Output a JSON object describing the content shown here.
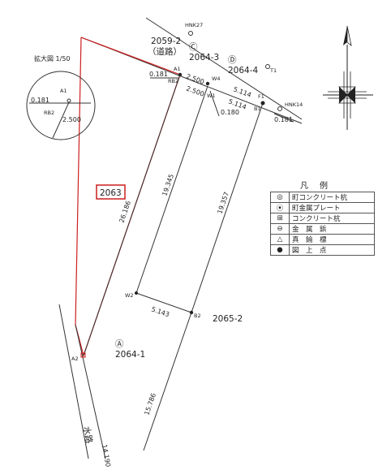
{
  "enlargement": {
    "title": "拡大図 1/50",
    "pt_a1": "A1",
    "pt_rb2": "RB2",
    "dim_a": "0.181",
    "dim_b": "2.500"
  },
  "points": {
    "hnk27": "HNK27",
    "a1": "A1",
    "rb2": "RB2",
    "w4": "W4",
    "w1": "W1",
    "t1": "T1",
    "f1": "F1",
    "b1": "B1",
    "hnk14": "HNK14",
    "w2": "W2",
    "b2": "B2",
    "a2": "A2"
  },
  "dims": {
    "d0181_top": "0.181",
    "d2500_top": "2.500",
    "d2500_bot": "2.500",
    "d5114_a": "5.114",
    "d5114_b": "5.114",
    "d0180": "0.180",
    "d0181_right": "0.181",
    "d26186": "26.186",
    "d19345": "19.345",
    "d19357": "19.357",
    "d5143": "5.143",
    "d15786": "15.786",
    "d14190": "14.190"
  },
  "parcels": {
    "road_no": "2059-2",
    "road_name": "（道路）",
    "c_mark": "Ⓒ",
    "c_no": "2064-3",
    "d_mark": "Ⓓ",
    "d_no": "2064-4",
    "a_mark": "Ⓐ",
    "a_no": "2064-1",
    "subject": "2063",
    "south": "2065-2",
    "waterway": "水路"
  },
  "legend": {
    "title": "凡例",
    "rows": [
      {
        "symbol": "◎",
        "label": "町コンクリート杭"
      },
      {
        "symbol": "⦿",
        "label": "町金属プレート"
      },
      {
        "symbol": "⊞",
        "label": "コンクリート杭"
      },
      {
        "symbol": "⊖",
        "label": "金　属　鋲"
      },
      {
        "symbol": "△",
        "label": "真　鍮　標"
      },
      {
        "symbol": "●",
        "label": "図　上　点"
      }
    ]
  },
  "colors": {
    "subject_line": "#cc1f1f",
    "ink": "#222222"
  }
}
